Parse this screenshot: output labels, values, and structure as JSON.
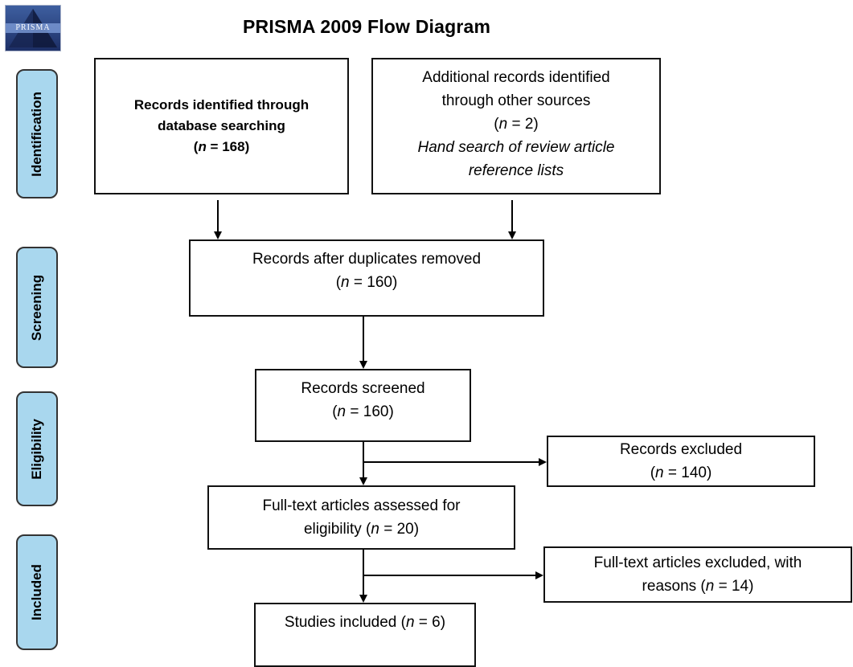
{
  "title": "PRISMA 2009 Flow Diagram",
  "logo_text": "PRISMA",
  "stages": {
    "identification": "Identification",
    "screening": "Screening",
    "eligibility": "Eligibility",
    "included": "Included"
  },
  "boxes": {
    "database": {
      "line1": "Records identified through",
      "line2": "database searching",
      "count_prefix": "(",
      "n": "n",
      "count_suffix": " = 168)"
    },
    "other_sources": {
      "line1": "Additional records identified",
      "line2": "through other sources",
      "count_prefix": "(",
      "n": "n",
      "count_suffix": " = 2)",
      "note1": "Hand search of review article",
      "note2": "reference lists"
    },
    "duplicates_removed": {
      "line1": "Records after duplicates removed",
      "count_prefix": "(",
      "n": "n",
      "count_suffix": " = 160)"
    },
    "screened": {
      "line1": "Records screened",
      "count_prefix": "(",
      "n": "n",
      "count_suffix": " = 160)"
    },
    "excluded": {
      "line1": "Records excluded",
      "count_prefix": "(",
      "n": "n",
      "count_suffix": " = 140)"
    },
    "fulltext_assessed": {
      "line1": "Full-text articles assessed for",
      "count_prefix": "eligibility  (",
      "n": "n",
      "count_suffix": " = 20)"
    },
    "fulltext_excluded": {
      "line1": "Full-text articles excluded, with",
      "count_prefix": "reasons (",
      "n": "n",
      "count_suffix": " = 14)"
    },
    "included": {
      "count_prefix": "Studies included (",
      "n": "n",
      "count_suffix": " = 6)"
    }
  }
}
